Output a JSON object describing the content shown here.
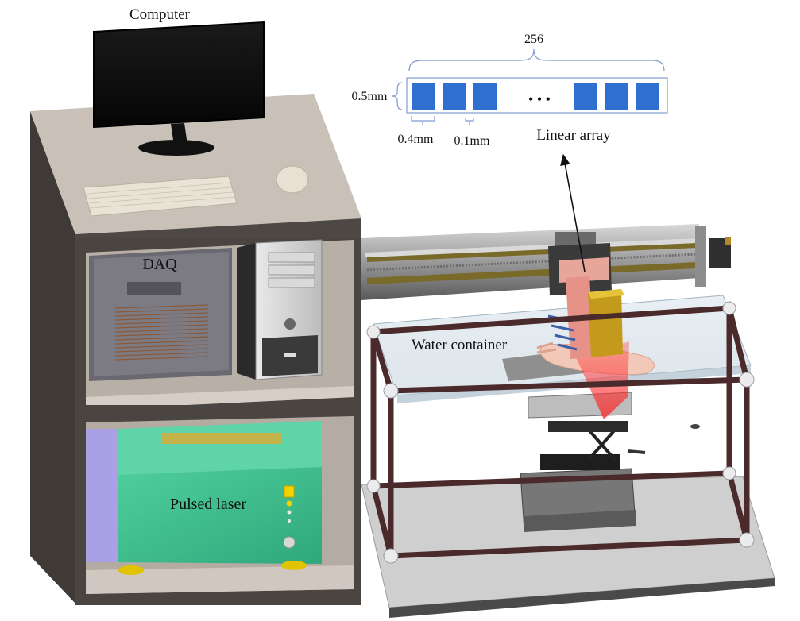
{
  "labels": {
    "computer": "Computer",
    "daq": "DAQ",
    "pulsed_laser": "Pulsed laser",
    "water_container": "Water container",
    "linear_array": "Linear array"
  },
  "array_inset": {
    "element_count": "256",
    "element_height": "0.5mm",
    "element_width": "0.4mm",
    "element_gap": "0.1mm",
    "ellipsis": "• • •",
    "element_color": "#2f6fcf"
  },
  "colors": {
    "cabinet": "#4a4541",
    "cabinet_top": "#c7beb6",
    "shelf": "#cfc7bf",
    "laser_body": "#3fbf8f",
    "laser_light": "#5fd9a8",
    "laser_beam": "#ff3b3b",
    "probe_pink": "#e89a90",
    "probe_yellow": "#c9a31e",
    "frame_bar": "#4a2a2a",
    "frame_joint": "#e8e8ea",
    "base_plate": "#c8c8c8"
  }
}
